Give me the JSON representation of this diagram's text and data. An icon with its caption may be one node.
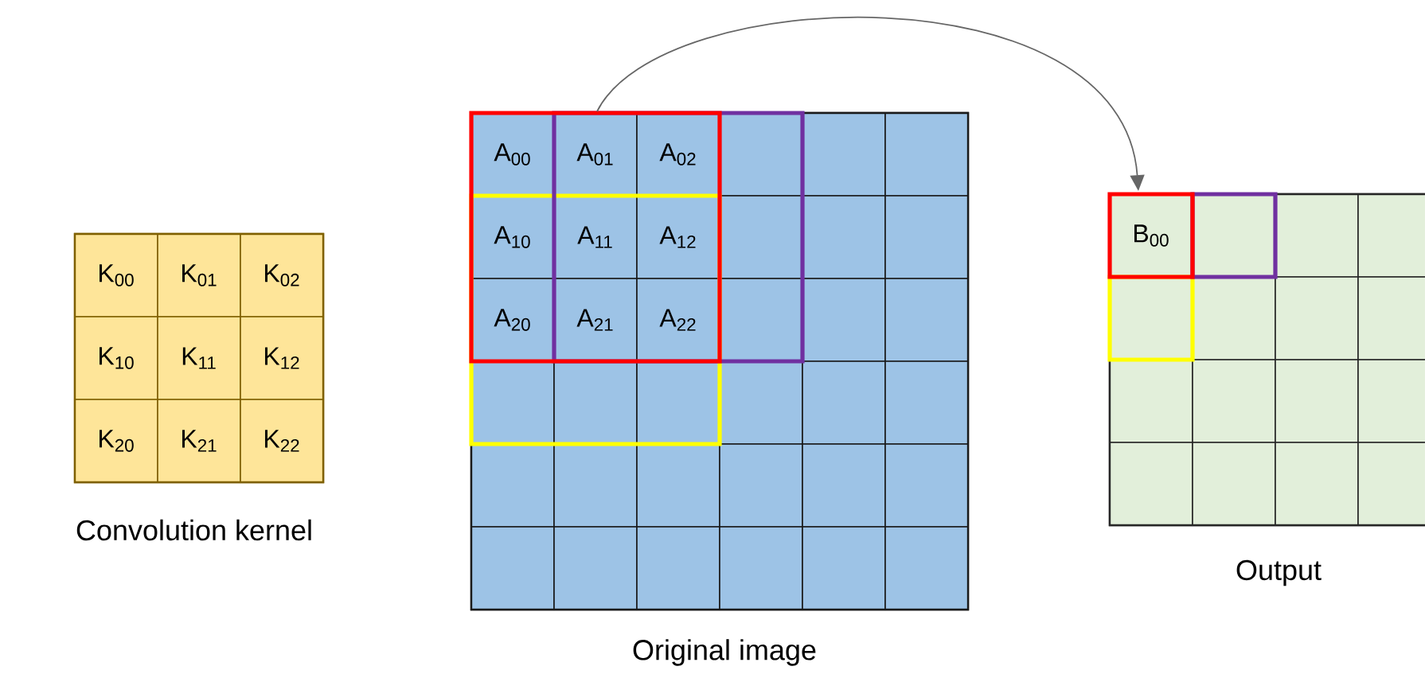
{
  "diagram": {
    "nodes": [
      {
        "text": [],
        "shape": "box",
        "beside": [
          "Convolution kernel"
        ]
      },
      {
        "text": [
          "K$_{00}$"
        ],
        "in": 0
      },
      {
        "text": [
          "K$_{01}$"
        ],
        "in": 0
      },
      {
        "text": [
          "K$_{02}$"
        ],
        "in": 0
      },
      {
        "text": [
          "K$_{10}$"
        ],
        "in": 0
      },
      {
        "text": [
          "K$_{11}$"
        ],
        "in": 0
      },
      {
        "text": [
          "K$_{12}$"
        ],
        "in": 0
      },
      {
        "text": [
          "K$_{20}$"
        ],
        "in": 0
      },
      {
        "text": [
          "K$_{21}$"
        ],
        "in": 0
      },
      {
        "text": [
          "K$_{22}$"
        ],
        "in": 0
      },
      {
        "text": [],
        "shape": "box",
        "beside": [
          "Original image"
        ]
      },
      {
        "text": [
          "A$_{00}$"
        ],
        "in": 10
      },
      {
        "text": [
          "A$_{01}$"
        ],
        "in": 10
      },
      {
        "text": [
          "A$_{02}$"
        ],
        "in": 10
      },
      {
        "text": [],
        "shape": "box",
        "in": 10
      },
      {
        "text": [],
        "shape": "box",
        "in": 10
      },
      {
        "text": [],
        "shape": "box",
        "in": 10
      },
      {
        "text": [
          "A$_{10}$"
        ],
        "in": 10
      },
      {
        "text": [
          "A$_{11}$"
        ],
        "in": 10
      },
      {
        "text": [
          "A$_{12}$"
        ],
        "in": 10
      },
      {
        "text": [],
        "shape": "box",
        "in": 10
      },
      {
        "text": [],
        "shape": "box",
        "in": 10
      },
      {
        "text": [],
        "shape": "box",
        "in": 10
      },
      {
        "text": [
          "A$_{20}$"
        ],
        "in": 10
      },
      {
        "text": [
          "A$_{21}$"
        ],
        "in": 10
      },
      {
        "text": [
          "A$_{22}$"
        ],
        "in": 10
      },
      {
        "text": [],
        "shape": "box",
        "in": 10
      },
      {
        "text": [],
        "shape": "box",
        "in": 10
      },
      {
        "text": [],
        "shape": "box",
        "in": 10
      },
      {
        "text": [],
        "shape": "box",
        "in": 10
      },
      {
        "text": [],
        "shape": "box",
        "in": 10
      },
      {
        "text": [],
        "shape": "box",
        "in": 10
      },
      {
        "text": [],
        "shape": "box",
        "in": 10
      },
      {
        "text": [],
        "shape": "box",
        "in": 10
      },
      {
        "text": [],
        "shape": "box",
        "in": 10
      },
      {
        "text": [],
        "shape": "box",
        "in": 10
      },
      {
        "text": [],
        "shape": "box",
        "in": 10
      },
      {
        "text": [],
        "shape": "box",
        "in": 10
      },
      {
        "text": [],
        "shape": "box",
        "in": 10
      },
      {
        "text": [],
        "shape": "box",
        "in": 10
      },
      {
        "text": [],
        "shape": "box",
        "in": 10
      },
      {
        "text": [],
        "shape": "box",
        "in": 10
      },
      {
        "text": [],
        "shape": "box",
        "in": 10
      },
      {
        "text": [],
        "shape": "box",
        "in": 10
      },
      {
        "text": [],
        "shape": "box",
        "in": 10
      },
      {
        "text": [],
        "shape": "box",
        "in": 10
      },
      {
        "text": [],
        "shape": "box",
        "in": 10
      },
      {
        "text": [],
        "shape": "box",
        "beside": [
          "Output"
        ]
      },
      {
        "text": [
          "B$_{00}$"
        ],
        "in": 47
      },
      {
        "text": [],
        "shape": "box",
        "in": 47
      },
      {
        "text": [],
        "shape": "box",
        "in": 47
      },
      {
        "text": [],
        "shape": "box",
        "in": 47
      },
      {
        "text": [],
        "shape": "box",
        "in": 47
      },
      {
        "text": [],
        "shape": "box",
        "in": 47
      },
      {
        "text": [],
        "shape": "box",
        "in": 47
      },
      {
        "text": [],
        "shape": "box",
        "in": 47
      },
      {
        "text": [],
        "shape": "box",
        "in": 47
      },
      {
        "text": [],
        "shape": "box",
        "in": 47
      },
      {
        "text": [],
        "shape": "box",
        "in": 47
      },
      {
        "text": [],
        "shape": "box",
        "in": 47
      },
      {
        "text": [],
        "shape": "box",
        "in": 47
      },
      {
        "text": [],
        "shape": "box",
        "in": 47
      },
      {
        "text": [],
        "shape": "box",
        "in": 47
      },
      {
        "text": [],
        "shape": "box",
        "in": 47
      }
    ],
    "edges": [
      {
        "from": 10,
        "to": 48,
        "arrow": "to"
      }
    ]
  }
}
